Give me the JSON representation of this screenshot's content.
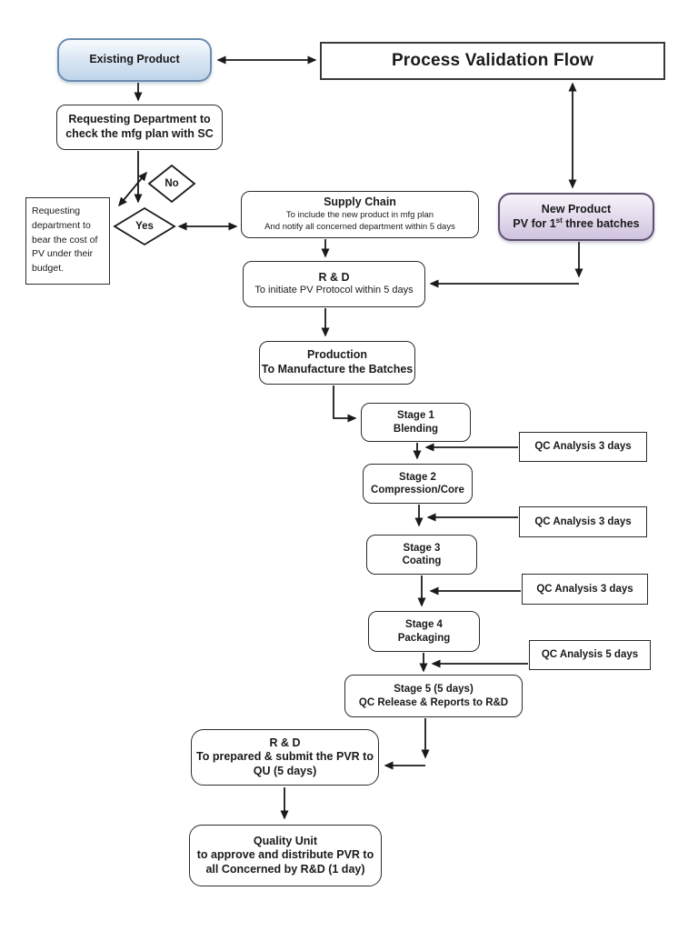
{
  "title": "Process Validation Flow",
  "nodes": {
    "existing_product": {
      "label": "Existing Product"
    },
    "requesting_dept": {
      "line1": "Requesting Department to",
      "line2": "check the mfg plan with SC"
    },
    "decision_no": {
      "label": "No"
    },
    "decision_yes": {
      "label": "Yes"
    },
    "cost_note": {
      "text": "Requesting department to bear the cost of PV under their budget."
    },
    "supply_chain": {
      "title": "Supply Chain",
      "line1": "To include the new product in mfg plan",
      "line2": "And notify all concerned department within 5 days"
    },
    "new_product": {
      "title": "New Product",
      "line2_pre": "PV for 1",
      "line2_sup": "st",
      "line2_post": " three batches"
    },
    "rd_protocol": {
      "title": "R & D",
      "line1": "To initiate PV Protocol within 5 days"
    },
    "production": {
      "title": "Production",
      "line1": "To Manufacture the Batches"
    },
    "stage1": {
      "title": "Stage 1",
      "line1": "Blending"
    },
    "stage2": {
      "title": "Stage 2",
      "line1": "Compression/Core"
    },
    "stage3": {
      "title": "Stage 3",
      "line1": "Coating"
    },
    "stage4": {
      "title": "Stage 4",
      "line1": "Packaging"
    },
    "stage5": {
      "title": "Stage 5 (5 days)",
      "line1": "QC Release & Reports to R&D"
    },
    "qc1": {
      "label": "QC Analysis 3 days"
    },
    "qc2": {
      "label": "QC Analysis 3 days"
    },
    "qc3": {
      "label": "QC Analysis 3 days"
    },
    "qc4": {
      "label": "QC Analysis 5 days"
    },
    "rd_pvr": {
      "title": "R & D",
      "line1": "To prepared & submit the PVR to",
      "line2": "QU (5 days)"
    },
    "quality_unit": {
      "title": "Quality Unit",
      "line1": "to approve and distribute PVR to",
      "line2": "all Concerned by R&D (1 day)"
    }
  },
  "colors": {
    "line": "#1a1a1a",
    "box_border": "#2b2b2b",
    "existing_product_fill": "#bed4ea",
    "existing_product_border": "#6b8cb0",
    "new_product_fill": "#cfc2de",
    "new_product_border": "#5d5170"
  }
}
